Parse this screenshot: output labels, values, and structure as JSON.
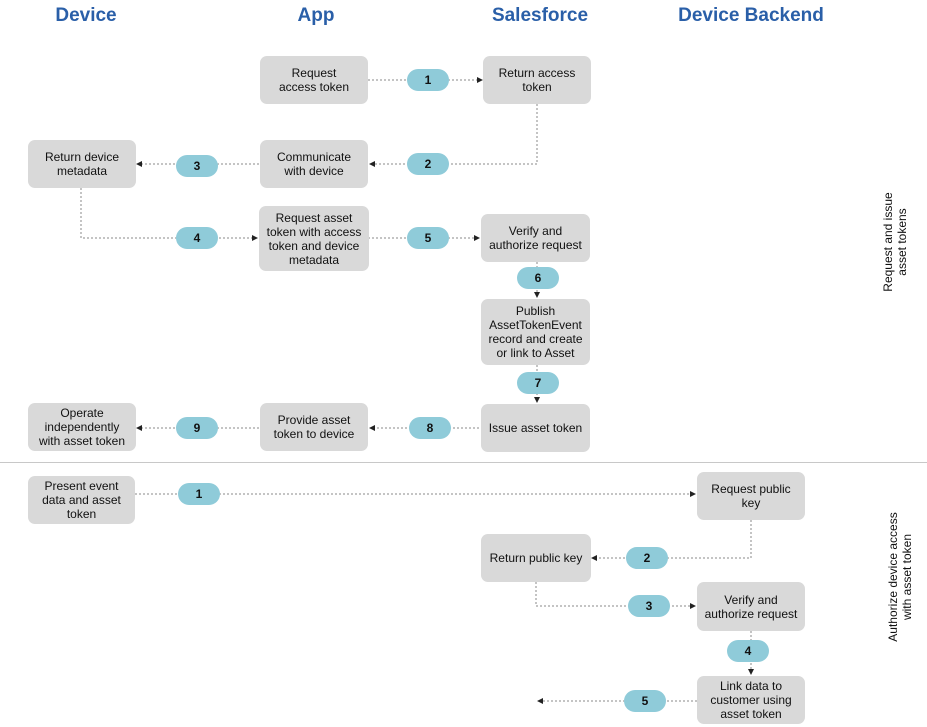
{
  "headers": {
    "device": "Device",
    "app": "App",
    "salesforce": "Salesforce",
    "backend": "Device Backend"
  },
  "section1": {
    "label_l1": "Request and issue",
    "label_l2": "asset tokens",
    "boxes": {
      "request_access_token": "Request\naccess token",
      "return_access_token": "Return access\ntoken",
      "return_device_metadata": "Return device\nmetadata",
      "communicate_with_device": "Communicate\nwith device",
      "request_asset_token": "Request asset\ntoken with access\ntoken and device\nmetadata",
      "verify_authorize": "Verify and\nauthorize request",
      "publish_event": "Publish\nAssetTokenEvent\nrecord and create\nor link to Asset",
      "operate_independently": "Operate\nindependently\nwith asset token",
      "provide_asset_token": "Provide asset\ntoken to device",
      "issue_asset_token": "Issue asset token"
    },
    "steps": [
      "1",
      "2",
      "3",
      "4",
      "5",
      "6",
      "7",
      "8",
      "9"
    ]
  },
  "section2": {
    "label_l1": "Authorize device access",
    "label_l2": "with asset token",
    "boxes": {
      "present_event_data": "Present event\ndata and asset\ntoken",
      "request_public_key": "Request public\nkey",
      "return_public_key": "Return public key",
      "verify_authorize": "Verify and\nauthorize request",
      "link_data": "Link data to\ncustomer using\nasset token"
    },
    "steps": [
      "1",
      "2",
      "3",
      "4",
      "5"
    ]
  }
}
